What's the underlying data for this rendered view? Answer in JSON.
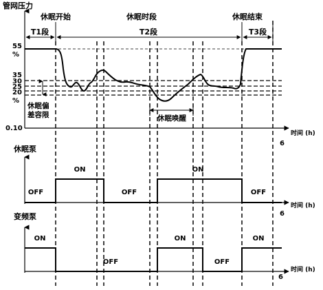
{
  "pressure_chart": {
    "ylabel": "管网压力",
    "phases": {
      "start": "休眠开始",
      "middle": "休眠时段",
      "end": "休眠结束"
    },
    "segments": {
      "t1": "T1段",
      "t2": "T2段",
      "t3": "T3段"
    },
    "y_ticks": [
      "55",
      "%",
      "35",
      "30",
      "25",
      "20",
      "%",
      "0.10"
    ],
    "deviation_label_line1": "休眠偏",
    "deviation_label_line2": "差容限",
    "wake_label": "休眠唤醒",
    "time_label": "时间 (h)",
    "time_end": "6"
  },
  "sleep_pump": {
    "label": "休眠泵",
    "states": [
      "OFF",
      "ON",
      "OFF",
      "ON",
      "OFF"
    ],
    "time_label": "时间 (h)",
    "time_end": "6"
  },
  "vfd_pump": {
    "label": "变频泵",
    "states": [
      "ON",
      "OFF",
      "ON",
      "OFF",
      "ON"
    ],
    "time_label": "时间 (h)",
    "time_end": "6"
  }
}
